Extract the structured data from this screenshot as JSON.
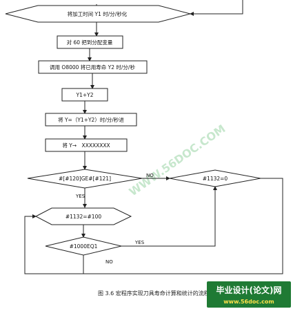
{
  "nodes": {
    "convert_time": "将加工时间 Y1 时/分/秒化",
    "assign_var": "对 60 把到分配变量",
    "call_o8000": "调用 O8000 将已用寿命 Y2 时/分/秒",
    "sum": "Y1+Y2",
    "convert_y": "将 Y=（Y1+Y2）时/分/秒进",
    "assign_y": "将 Y→　XXXXXXXX",
    "decision_ge": "#[#120]GE#[#121]",
    "set_1132_zero": "#1132=0",
    "set_1132_100": "#1132=#100",
    "decision_eq": "#1000EQ1"
  },
  "edge_labels": {
    "no_right": "NO",
    "yes_down": "YES",
    "yes_right": "YES",
    "no_down": "NO"
  },
  "caption": "图 3.6 宏程序实现刀具寿命计算和统计的流程图",
  "watermark": "WWW.56DOC.COM",
  "badge": {
    "title": "毕业设计(论文)网",
    "url": "www.56doc.com"
  },
  "colors": {
    "watermark": "#9ad5a6",
    "badge_bg": "#1f7a34",
    "badge_url": "#ffe14a"
  }
}
